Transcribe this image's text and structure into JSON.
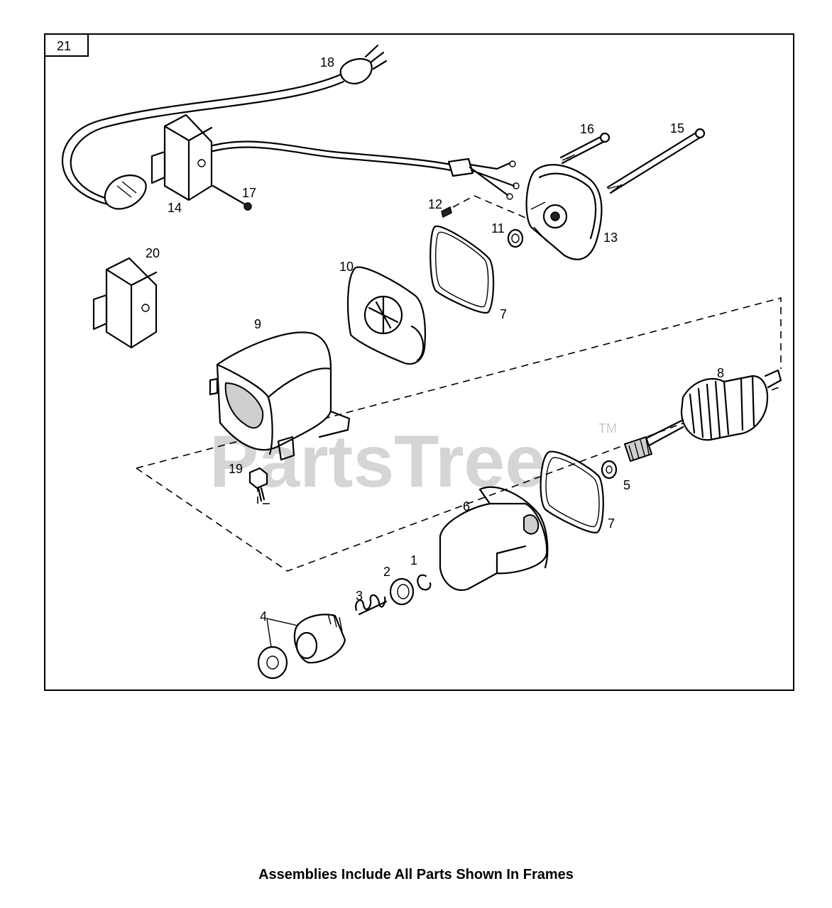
{
  "frame_label": "21",
  "callouts": {
    "c1": "1",
    "c2": "2",
    "c3": "3",
    "c4": "4",
    "c5": "5",
    "c6": "6",
    "c7a": "7",
    "c7b": "7",
    "c8": "8",
    "c9": "9",
    "c10": "10",
    "c11": "11",
    "c12": "12",
    "c13": "13",
    "c14": "14",
    "c15": "15",
    "c16": "16",
    "c17": "17",
    "c18": "18",
    "c19": "19",
    "c20": "20"
  },
  "watermark": {
    "text": "PartsTree",
    "tm": "TM"
  },
  "caption": "Assemblies Include All Parts Shown In Frames"
}
